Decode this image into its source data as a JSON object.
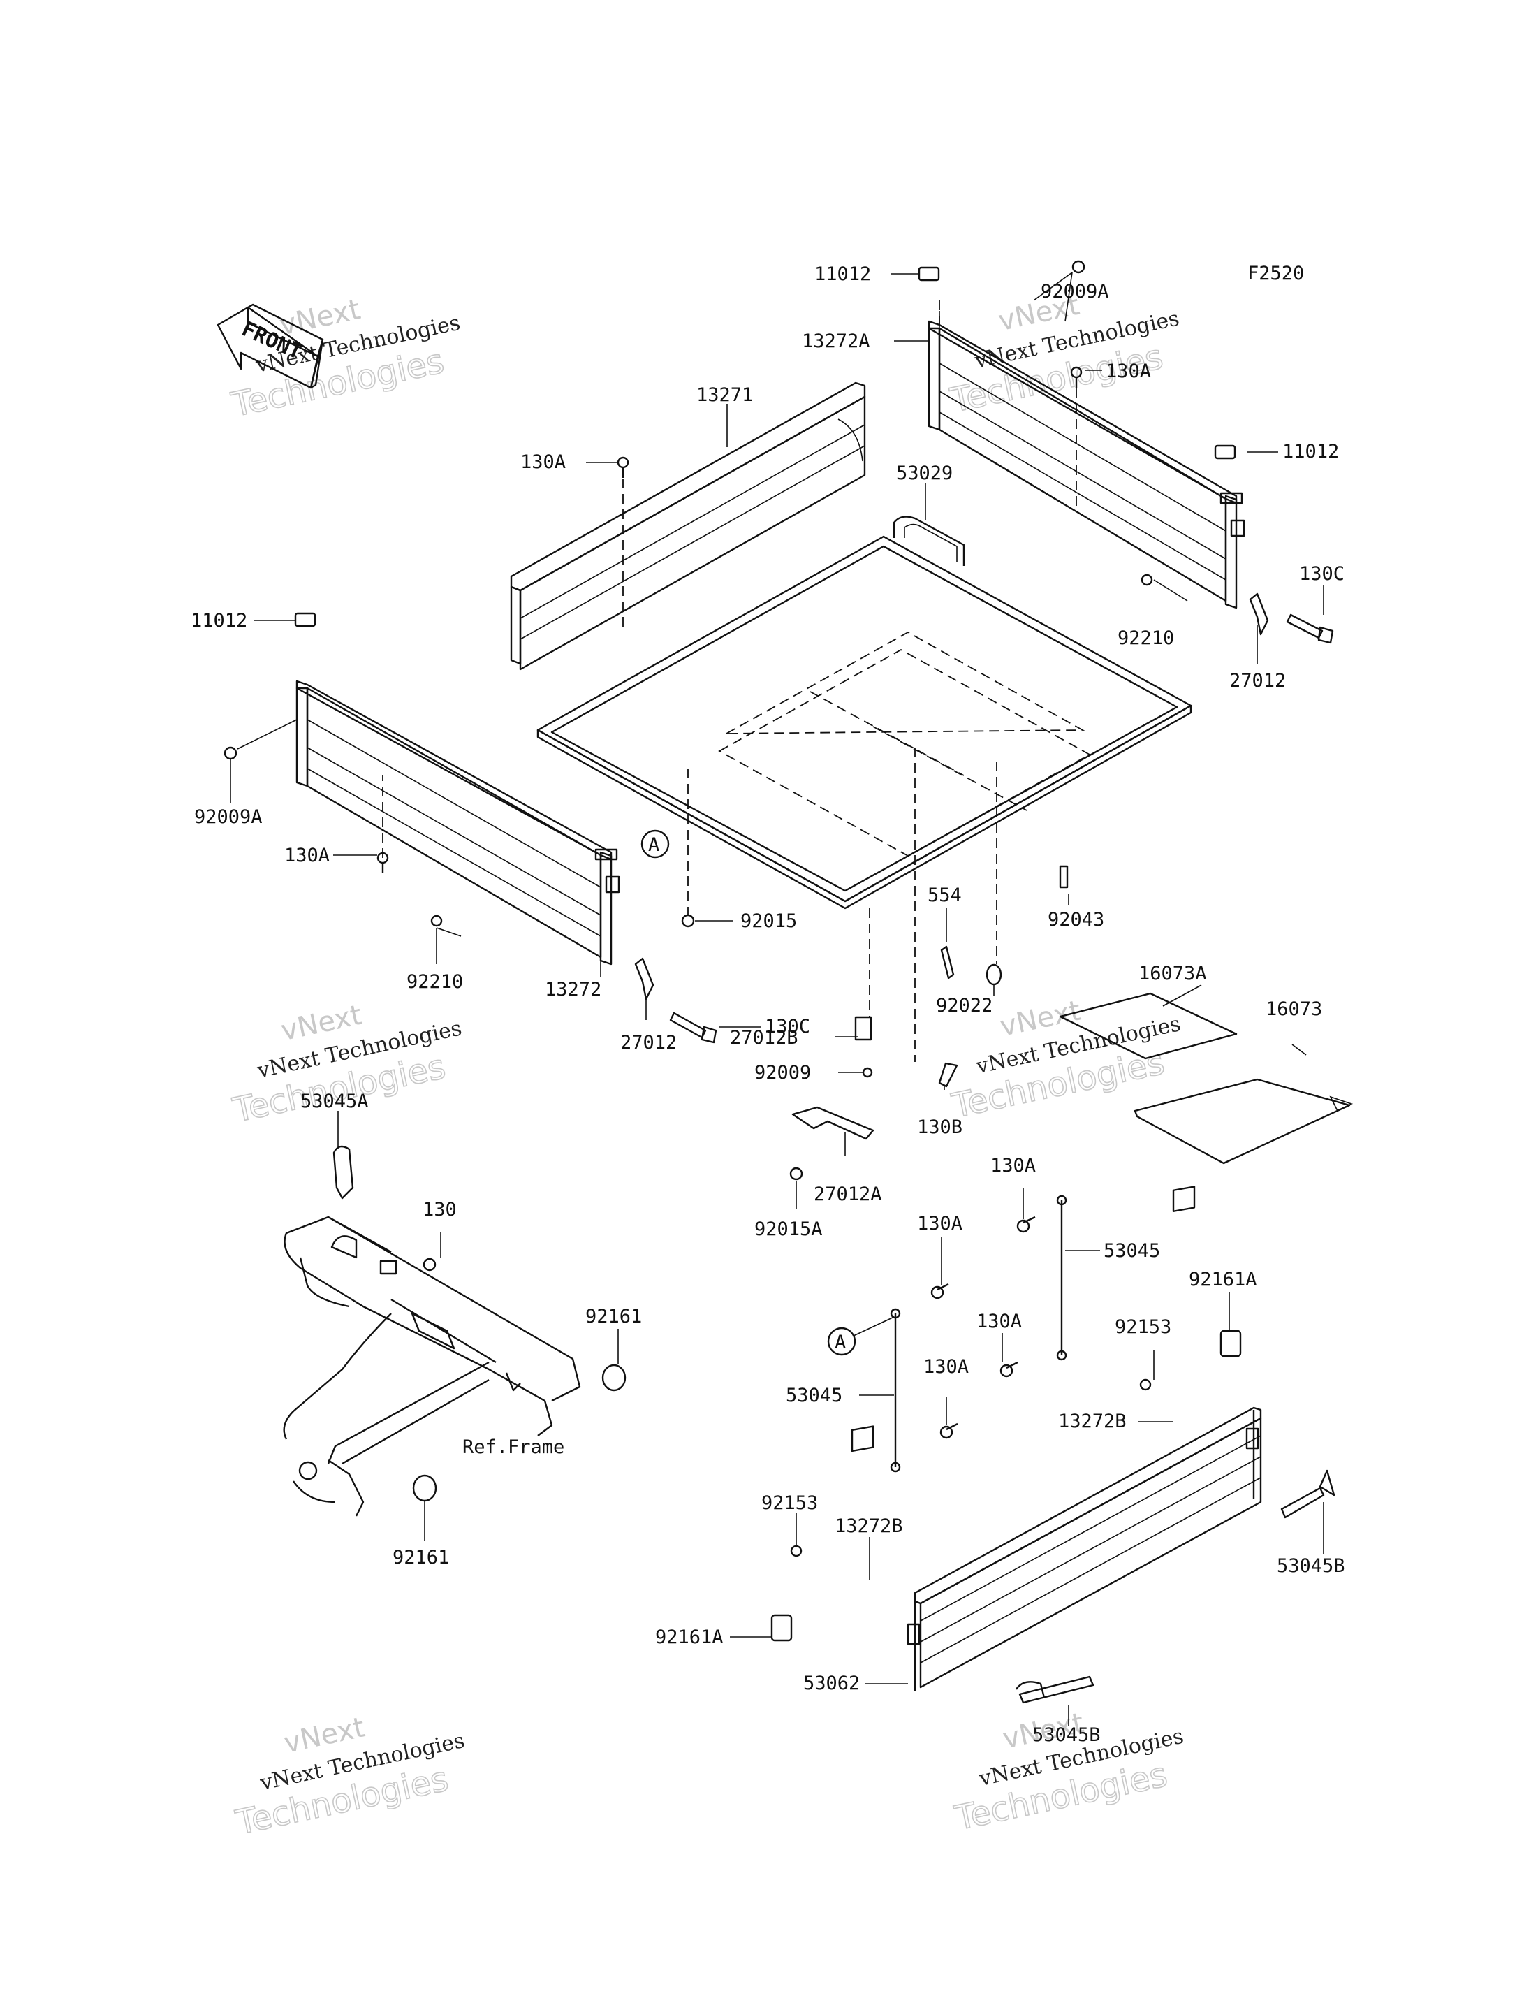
{
  "diagram": {
    "code": "F2520",
    "front_label": "FRONT",
    "ref_note": "Ref.Frame",
    "callout_letter": "A",
    "watermark": {
      "brand_top": "vNext",
      "brand_line": "vNext Technologies",
      "brand_bottom": "Technologies"
    },
    "part_labels": {
      "p11012_top": "11012",
      "p92009A_top": "92009A",
      "p13272A": "13272A",
      "p130A_top_right": "130A",
      "p13271": "13271",
      "p11012_right": "11012",
      "p53029": "53029",
      "p130A_left_upper": "130A",
      "p130C_right": "130C",
      "p92210_right": "92210",
      "p27012_right": "27012",
      "p11012_left": "11012",
      "p92009A_left": "92009A",
      "p130A_left": "130A",
      "p92015": "92015",
      "p92043": "92043",
      "p554": "554",
      "p16073A": "16073A",
      "p92210_left": "92210",
      "p13272": "13272",
      "p130C_left": "130C",
      "p92022": "92022",
      "p16073": "16073",
      "p27012_left": "27012",
      "p27012B": "27012B",
      "p92009": "92009",
      "p130B": "130B",
      "p53045A": "53045A",
      "p27012A": "27012A",
      "p130": "130",
      "p92015A": "92015A",
      "p130A_mid": "130A",
      "p130A_mid2": "130A",
      "p53045_top": "53045",
      "p92161_upper": "92161",
      "p92161A_right": "92161A",
      "p130A_lower1": "130A",
      "p92153_right": "92153",
      "p53045_left": "53045",
      "p130A_lower2": "130A",
      "p13272B_right": "13272B",
      "p92161_lower": "92161",
      "p92153_left": "92153",
      "p13272B_left": "13272B",
      "p53045B_right": "53045B",
      "p92161A_left": "92161A",
      "p53062": "53062",
      "p53045B_bottom": "53045B"
    }
  }
}
